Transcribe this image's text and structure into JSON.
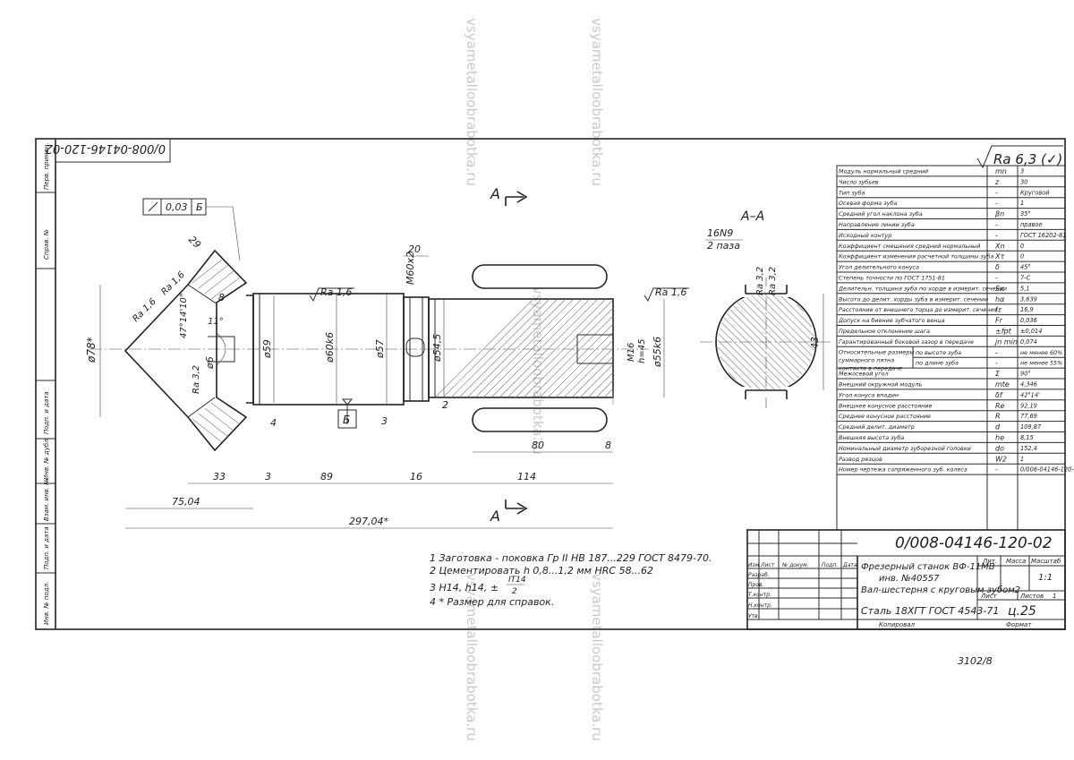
{
  "title_block": {
    "document_number": "0/008-04146-120-02",
    "name_line1": "Фрезерный станок ВФ-11МВ",
    "name_line2": "инв. №40557",
    "name_line3": "Вал-шестерня с круговым зубом2",
    "material": "Сталь 18ХГТ ГОСТ 4543-71",
    "mass_code": "ц.25",
    "labels": {
      "izm_list": "Изм.Лист",
      "n_dokum": "№ докум.",
      "podp": "Подп.",
      "data": "Дата",
      "razrab": "Разраб.",
      "prov": "Пров.",
      "tkontr": "Т.контр.",
      "nkontr": "Н.контр.",
      "utv": "Утв.",
      "lit": "Лит.",
      "massa": "Масса",
      "masshtab": "Масштаб",
      "list": "Лист",
      "listov": "Листов",
      "kopiroval": "Копировал",
      "format": "Формат"
    },
    "scale_value": "1:1",
    "sheets_value": "1"
  },
  "rotated_doc_number": "0/008-04146-120-02",
  "side_labels": [
    "Перв. примен.",
    "Справ. №",
    "Подп. и дата",
    "Инв. № дубл.",
    "Взам. инв. №",
    "Подп. и дата",
    "Инв. № подл."
  ],
  "roughness_general": "Ra 6,3 (✓)",
  "params": [
    {
      "name": "Модуль нормальный средний",
      "sym": "mn",
      "val": "3"
    },
    {
      "name": "Число зубьев",
      "sym": "z",
      "val": "30"
    },
    {
      "name": "Тип зуба",
      "sym": "-",
      "val": "Круговой"
    },
    {
      "name": "Осевая форма зуба",
      "sym": "-",
      "val": "1"
    },
    {
      "name": "Средний угол наклона зуба",
      "sym": "βn",
      "val": "35°"
    },
    {
      "name": "Направление линии зуба",
      "sym": "-",
      "val": "правое"
    },
    {
      "name": "Исходный контур",
      "sym": "-",
      "val": "ГОСТ 16202-81"
    },
    {
      "name": "Коэффициент смещения средний нормальный",
      "sym": "Xn",
      "val": "0"
    },
    {
      "name": "Коэффициент изменения расчетной толщины зуба",
      "sym": "Xτ",
      "val": "0"
    },
    {
      "name": "Угол делительного конуса",
      "sym": "δ",
      "val": "45°"
    },
    {
      "name": "Степень точности по ГОСТ 1751-81",
      "sym": "-",
      "val": "7-С"
    },
    {
      "name": "Делительн. толщина зуба по хорде в измерит. сечении",
      "sym": "Sx",
      "val": "5,1"
    },
    {
      "name": "Высота до делит. хорды зуба в измерит. сечении",
      "sym": "hα",
      "val": "3,639"
    },
    {
      "name": "Расстояние от внешнего торца до измерит. сечения",
      "sym": "ℓε",
      "val": "16,9"
    },
    {
      "name": "Допуск на биение зубчатого венца",
      "sym": "Fr",
      "val": "0,036"
    },
    {
      "name": "Предельное отклонение шага",
      "sym": "±fpt",
      "val": "±0,014"
    },
    {
      "name": "Гарантированный боковой зазор в передаче",
      "sym": "jn min",
      "val": "0,074"
    }
  ],
  "contact": {
    "label1": "Относительные размеры",
    "label2": "суммарного пятна",
    "label3": "контакта в передаче",
    "row1_name": "по высоте зуба",
    "row1_sym": "-",
    "row1_val": "не менее 60%",
    "row2_name": "по длине зуба",
    "row2_sym": "-",
    "row2_val": "не менее 55%"
  },
  "params2": [
    {
      "name": "Межосевой угол",
      "sym": "Σ",
      "val": "90°"
    },
    {
      "name": "Внешний окружной модуль",
      "sym": "mte",
      "val": "4,346"
    },
    {
      "name": "Угол конуса впадин",
      "sym": "δf",
      "val": "42°14'"
    },
    {
      "name": "Внешнее конусное расстояние",
      "sym": "Re",
      "val": "92,19"
    },
    {
      "name": "Среднее конусное расстояние",
      "sym": "R",
      "val": "77,69"
    },
    {
      "name": "Средний делит. диаметр",
      "sym": "d",
      "val": "109,87"
    },
    {
      "name": "Внешняя высота зуба",
      "sym": "he",
      "val": "8,15"
    },
    {
      "name": "Номинальный диаметр зуборезной головки",
      "sym": "do",
      "val": "152,4"
    },
    {
      "name": "Развод резцов",
      "sym": "W2",
      "val": "1"
    },
    {
      "name": "Номер чертежа сопряженного зуб. колеса",
      "sym": "-",
      "val": "0/008-04146-120-01"
    }
  ],
  "notes": [
    "1  Заготовка - поковка Гр II НВ 187...229 ГОСТ 8479-70.",
    "2  Цементировать h 0,8...1,2 мм HRC 58...62",
    "3  Н14, h14, ±",
    "4  * Размер для справок."
  ],
  "note3_fraction_top": "IT14",
  "note3_fraction_bottom": "2",
  "dims": {
    "tol_frame_value": "0,03",
    "tol_frame_base": "Б",
    "d29": "29",
    "ra16_a": "Ra 1,6",
    "ra16_b": "Ra 1,6",
    "ra16_c": "Ra 1,6",
    "ra16_d": "Ra 1,6",
    "ra32": "Ra 3,2",
    "d8": "8",
    "ang": "47°14'10\"",
    "ang11": "11°",
    "d78": "ø78*",
    "d6": "ø6",
    "d59": "ø59",
    "d60": "ø60k6",
    "d57": "ø57",
    "d20": "20",
    "m60": "M60x2",
    "d545": "ø54,5",
    "m16": "M16",
    "h45": "h=45",
    "d55": "ø55k6",
    "d4": "4",
    "d3": "3",
    "d2": "2",
    "baseB": "Б",
    "d80": "80",
    "d8b": "8",
    "d33": "33",
    "d3b": "3",
    "d89": "89",
    "d16": "16",
    "d114": "114",
    "d7504": "75,04",
    "d29704": "297,04*",
    "sectA": "А",
    "sectAA": "А–А",
    "key": "16N9",
    "key2": "2 паза",
    "ra32a": "Ra 3,2",
    "ra32b": "Ra 3,2",
    "d43": "43"
  },
  "watermark": "vsyametalloobrabotka.ru",
  "handwritten": "3102/8"
}
